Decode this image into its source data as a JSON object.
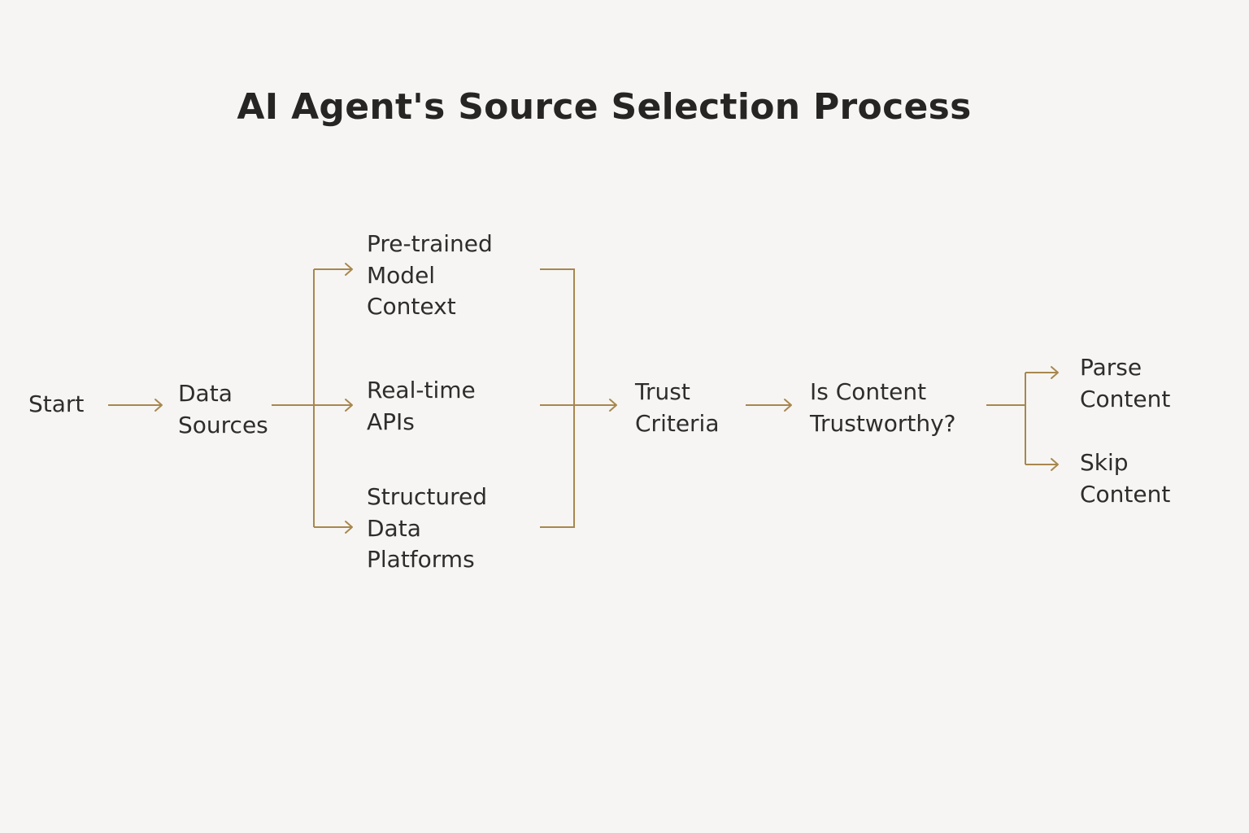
{
  "diagram": {
    "title": "AI Agent's Source Selection Process",
    "accent_color": "#a8874e",
    "nodes": {
      "start": {
        "lines": [
          "Start"
        ]
      },
      "data_sources": {
        "lines": [
          "Data",
          "Sources"
        ]
      },
      "pretrained": {
        "lines": [
          "Pre-trained",
          "Model",
          "Context"
        ]
      },
      "realtime": {
        "lines": [
          "Real-time",
          "APIs"
        ]
      },
      "structured": {
        "lines": [
          "Structured",
          "Data",
          "Platforms"
        ]
      },
      "trust_criteria": {
        "lines": [
          "Trust",
          "Criteria"
        ]
      },
      "is_trustworthy": {
        "lines": [
          "Is Content",
          "Trustworthy?"
        ]
      },
      "parse": {
        "lines": [
          "Parse",
          "Content"
        ]
      },
      "skip": {
        "lines": [
          "Skip",
          "Content"
        ]
      }
    },
    "edges": [
      [
        "start",
        "data_sources"
      ],
      [
        "data_sources",
        "pretrained"
      ],
      [
        "data_sources",
        "realtime"
      ],
      [
        "data_sources",
        "structured"
      ],
      [
        "pretrained",
        "trust_criteria"
      ],
      [
        "realtime",
        "trust_criteria"
      ],
      [
        "structured",
        "trust_criteria"
      ],
      [
        "trust_criteria",
        "is_trustworthy"
      ],
      [
        "is_trustworthy",
        "parse"
      ],
      [
        "is_trustworthy",
        "skip"
      ]
    ]
  }
}
